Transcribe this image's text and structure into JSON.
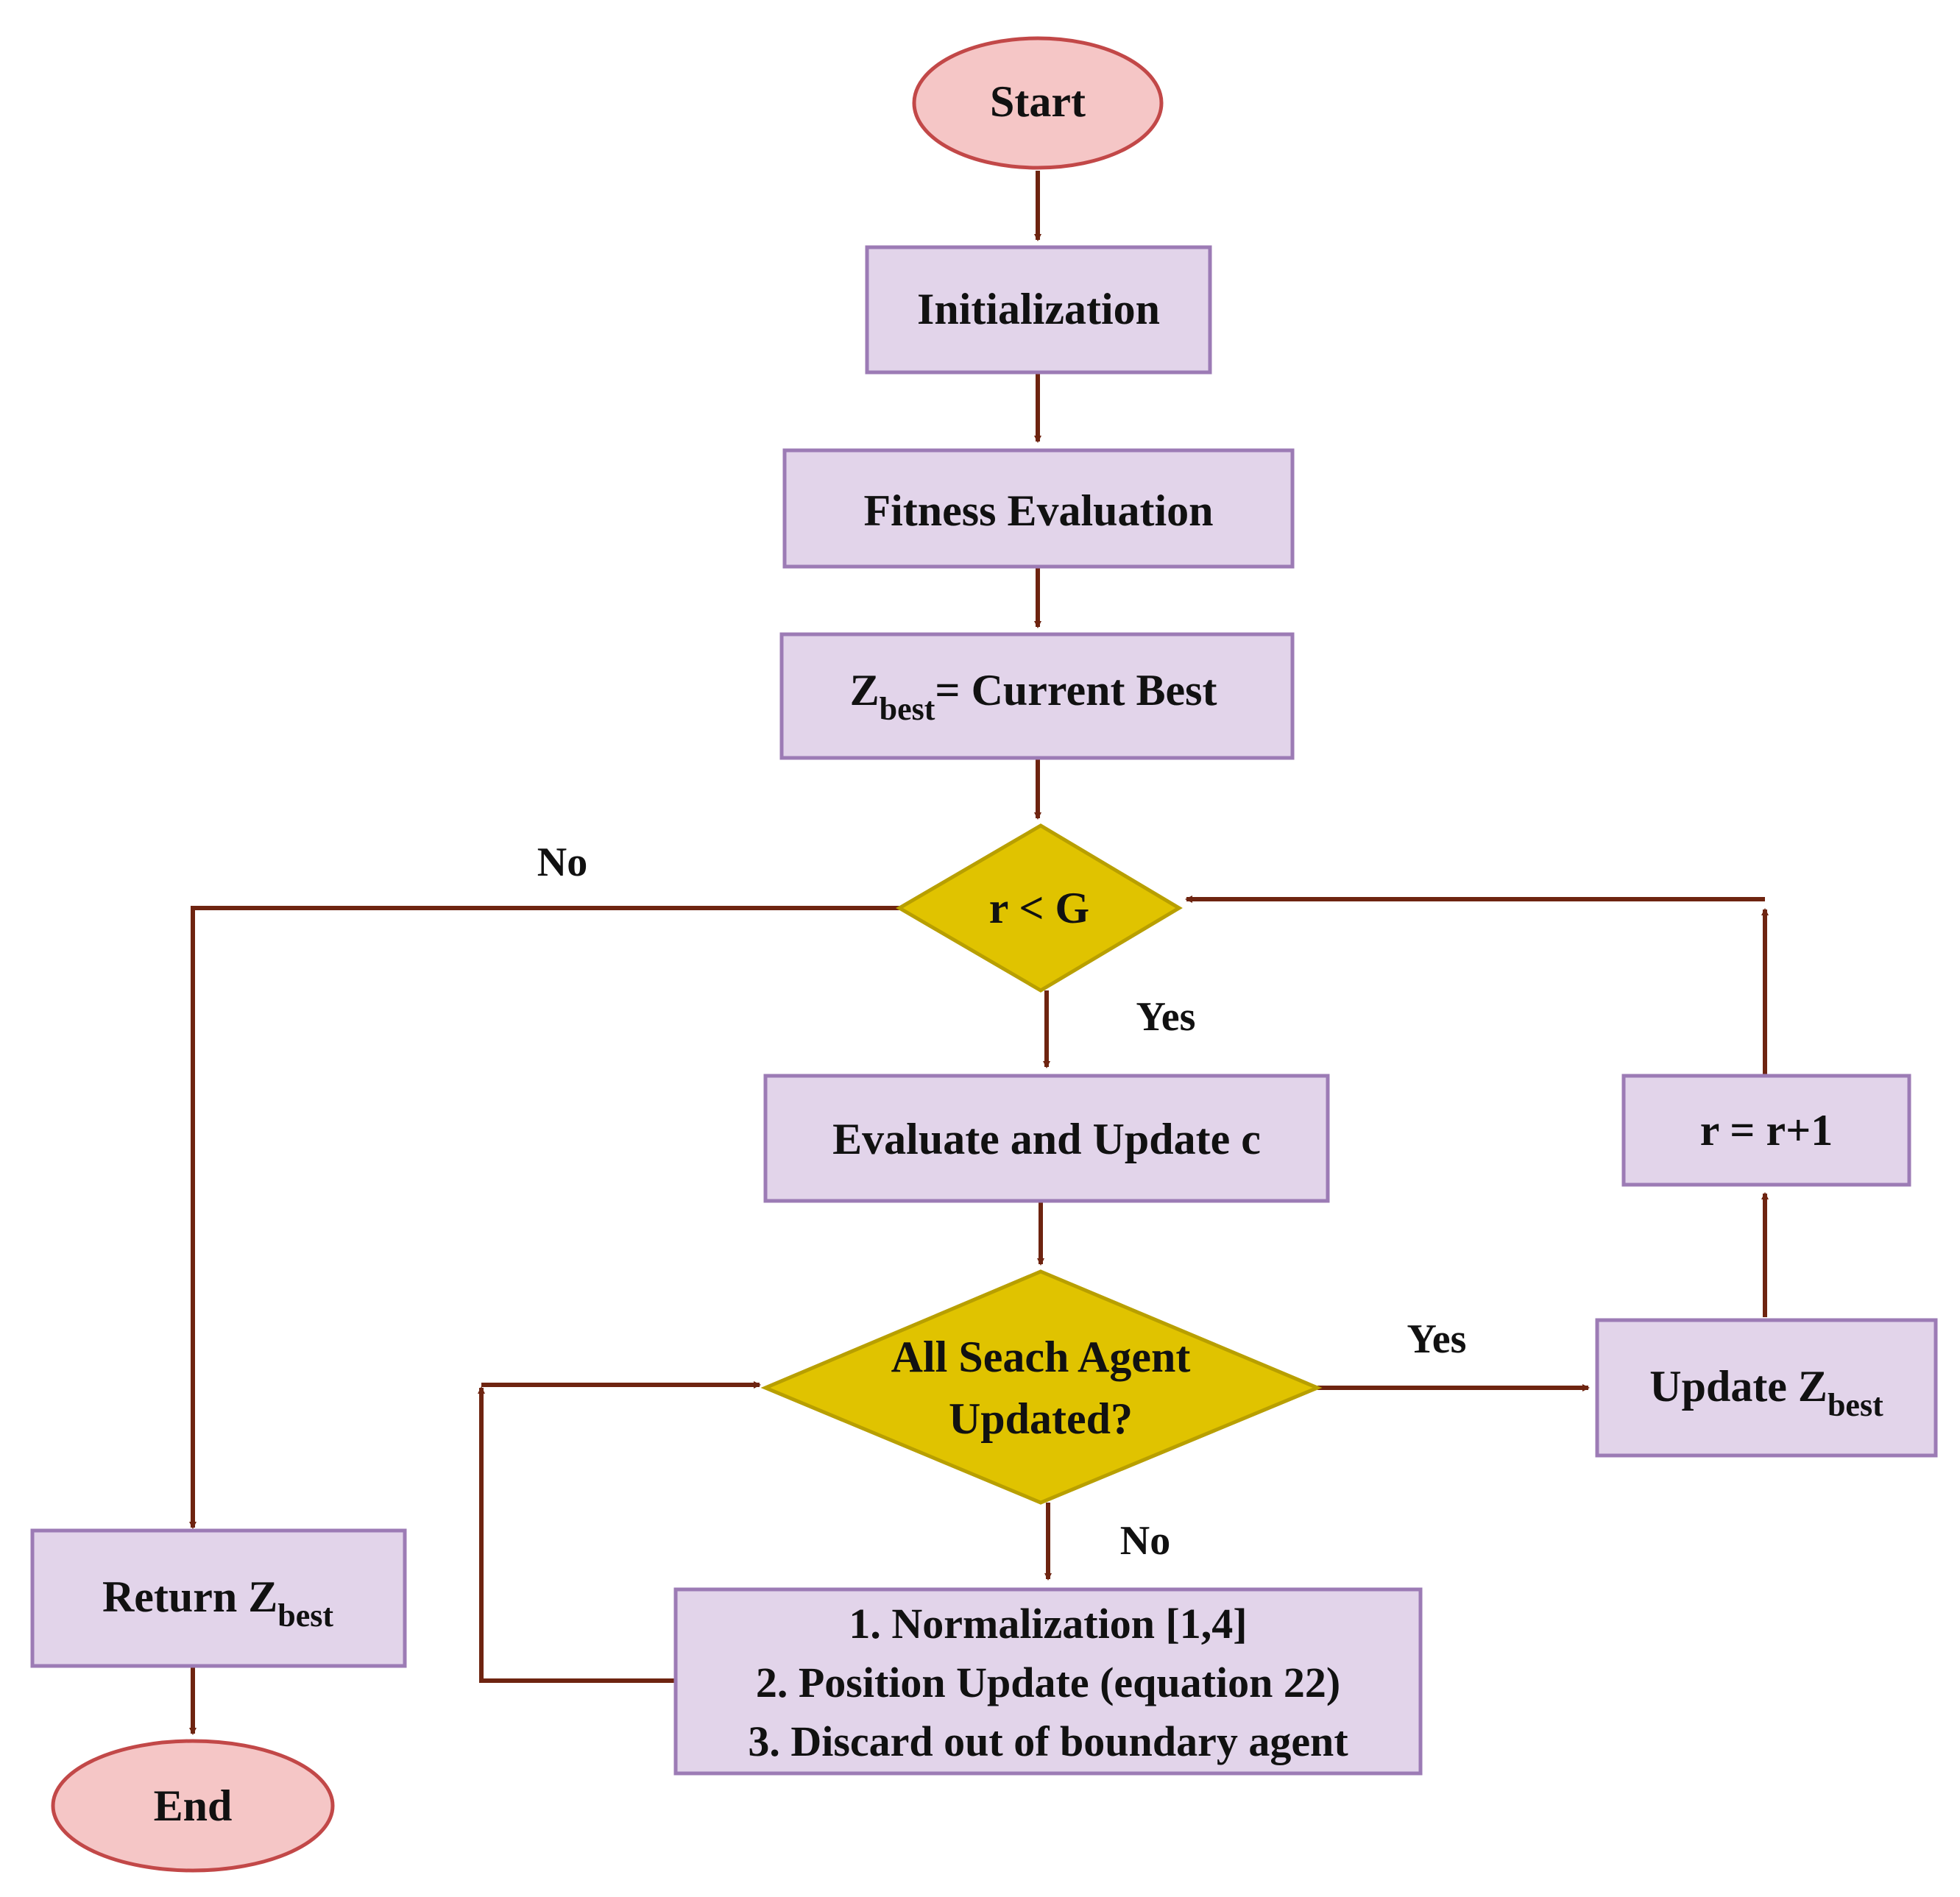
{
  "colors": {
    "process_fill": "#e2d4ea",
    "process_stroke": "#9c7bb5",
    "terminal_fill": "#f5c6c6",
    "terminal_stroke": "#c24848",
    "decision_fill": "#e0c300",
    "decision_stroke": "#b89f00",
    "arrow": "#6e2410"
  },
  "nodes": {
    "start": "Start",
    "initialization": "Initialization",
    "fitness": "Fitness Evaluation",
    "zbest_main": "Z",
    "zbest_sub": "best",
    "zbest_rest": "= Current Best",
    "decision_r": "r < G",
    "evaluate": "Evaluate and Update c",
    "agents_line1": "All Seach Agent",
    "agents_line2": "Updated?",
    "update_main": "Update Z",
    "update_sub": "best",
    "increment": "r = r+1",
    "steps": [
      "1. Normalization [1,4]",
      "2. Position Update (equation 22)",
      "3. Discard out of boundary agent"
    ],
    "return_main": "Return Z",
    "return_sub": "best",
    "end": "End"
  },
  "edges": {
    "r_no": "No",
    "r_yes": "Yes",
    "agents_yes": "Yes",
    "agents_no": "No"
  }
}
